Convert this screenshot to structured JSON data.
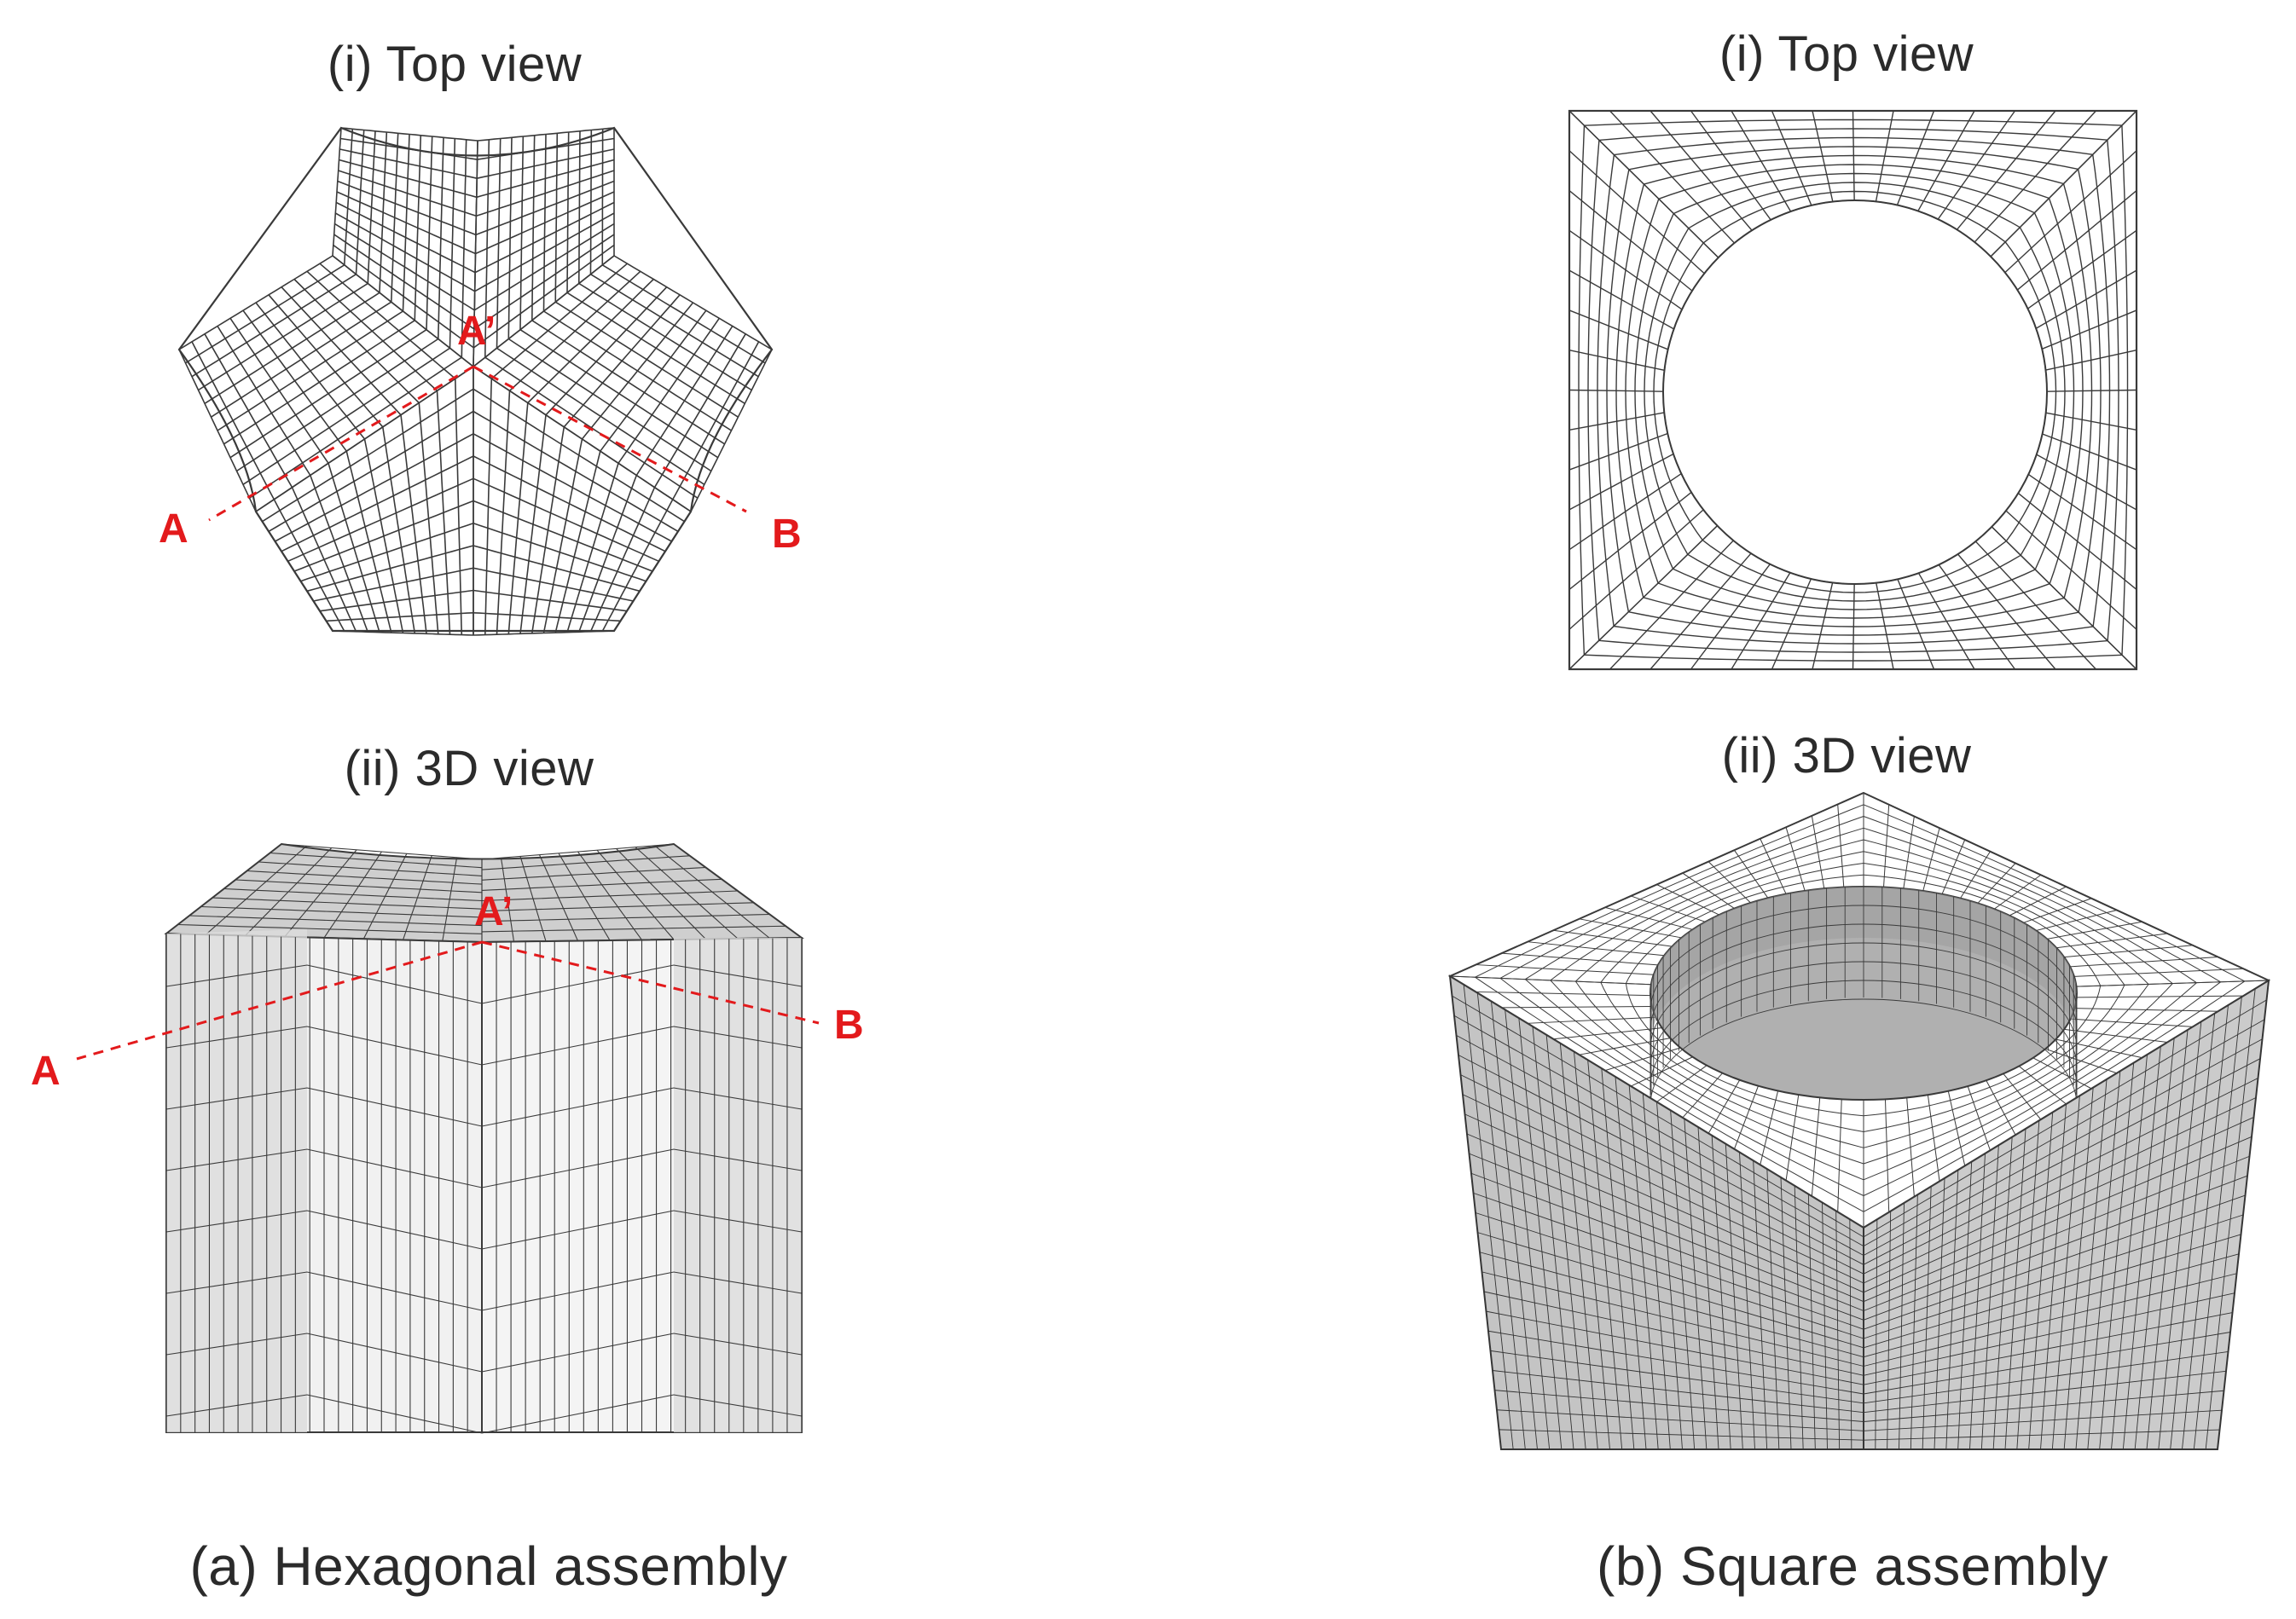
{
  "panels": {
    "hexagonal": {
      "top_view_label": "(i) Top view",
      "view3d_label": "(ii) 3D  view",
      "caption": "(a) Hexagonal assembly",
      "markers": {
        "a": "A",
        "a_prime": "A’",
        "b": "B"
      }
    },
    "square": {
      "top_view_label": "(i) Top view",
      "view3d_label": "(ii) 3D  view",
      "caption": "(b) Square assembly"
    }
  },
  "colors": {
    "mesh_line": "#3a3a3a",
    "marker_red": "#e31a1c",
    "hex_side_light": "#eeeeee",
    "hex_top_face": "#cfcfcf",
    "square_side": "#c4c4c4",
    "square_bore": "#b0b0b0"
  }
}
